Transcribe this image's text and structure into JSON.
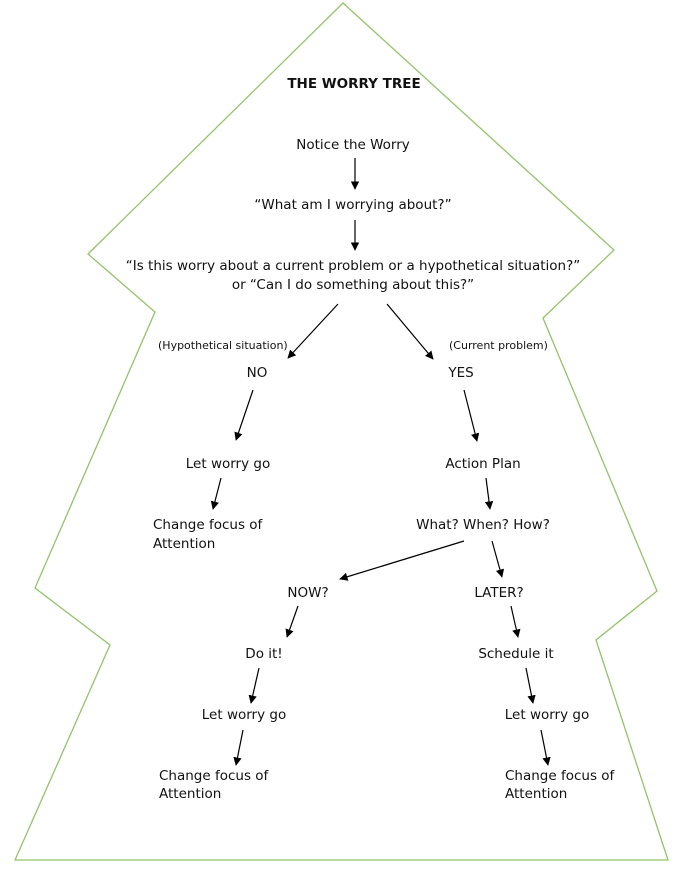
{
  "diagram": {
    "title": "THE WORRY TREE",
    "outline_color": "#92c36b",
    "arrow_color": "#000000",
    "nodes": {
      "notice": "Notice the Worry",
      "what_worrying": "“What am I worrying about?”",
      "question_line1": "“Is this worry about a current problem or a hypothetical situation?”",
      "question_line2": "or “Can I do something about this?”",
      "hypothetical_label": "(Hypothetical situation)",
      "current_label": "(Current problem)",
      "no": "NO",
      "yes": "YES",
      "let_go_left": "Let worry go",
      "action_plan": "Action Plan",
      "change_focus_left_1": "Change focus of",
      "change_focus_left_2": "Attention",
      "what_when_how": "What?  When?  How?",
      "now": "NOW?",
      "later": "LATER?",
      "do_it": "Do it!",
      "schedule_it": "Schedule it",
      "let_go_now": "Let worry go",
      "let_go_later": "Let worry go",
      "change_focus_now_1": "Change focus of",
      "change_focus_now_2": "Attention",
      "change_focus_later_1": "Change focus of",
      "change_focus_later_2": "Attention"
    }
  }
}
